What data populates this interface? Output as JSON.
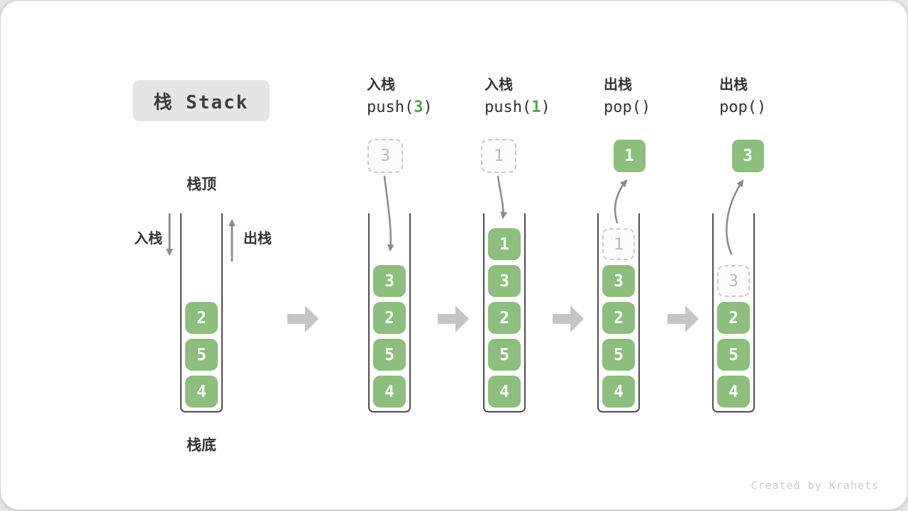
{
  "title": "栈 Stack",
  "stack_top_label": "栈顶",
  "stack_bottom_label": "栈底",
  "push_label": "入栈",
  "pop_label": "出栈",
  "watermark": "Created by Krahets",
  "colors": {
    "cell_green": "#8CBE7D",
    "arg_green": "#56A355",
    "ghost_border": "#CACACA",
    "ghost_text": "#BBBBBB",
    "wall": "#4E4E4E",
    "chevron": "#C5C5C5",
    "arrow": "#8A8A8A",
    "title_bg": "#E5E5E5",
    "ink": "#333333",
    "watermark": "#CBCBCB"
  },
  "operations": [
    {
      "name": "入栈",
      "fn": "push",
      "arg": "3"
    },
    {
      "name": "入栈",
      "fn": "push",
      "arg": "1"
    },
    {
      "name": "出栈",
      "fn": "pop",
      "arg": ""
    },
    {
      "name": "出栈",
      "fn": "pop",
      "arg": ""
    }
  ],
  "stages": [
    {
      "cells": [
        "2",
        "5",
        "4"
      ],
      "ghost": null,
      "floating": null
    },
    {
      "cells": [
        "3",
        "2",
        "5",
        "4"
      ],
      "ghost": null,
      "floating": {
        "value": "3",
        "style": "dashed"
      }
    },
    {
      "cells": [
        "1",
        "3",
        "2",
        "5",
        "4"
      ],
      "ghost": null,
      "floating": {
        "value": "1",
        "style": "dashed"
      }
    },
    {
      "cells": [
        "3",
        "2",
        "5",
        "4"
      ],
      "ghost": "1",
      "floating": {
        "value": "1",
        "style": "solid"
      }
    },
    {
      "cells": [
        "2",
        "5",
        "4"
      ],
      "ghost": "3",
      "floating": {
        "value": "3",
        "style": "solid"
      }
    }
  ]
}
